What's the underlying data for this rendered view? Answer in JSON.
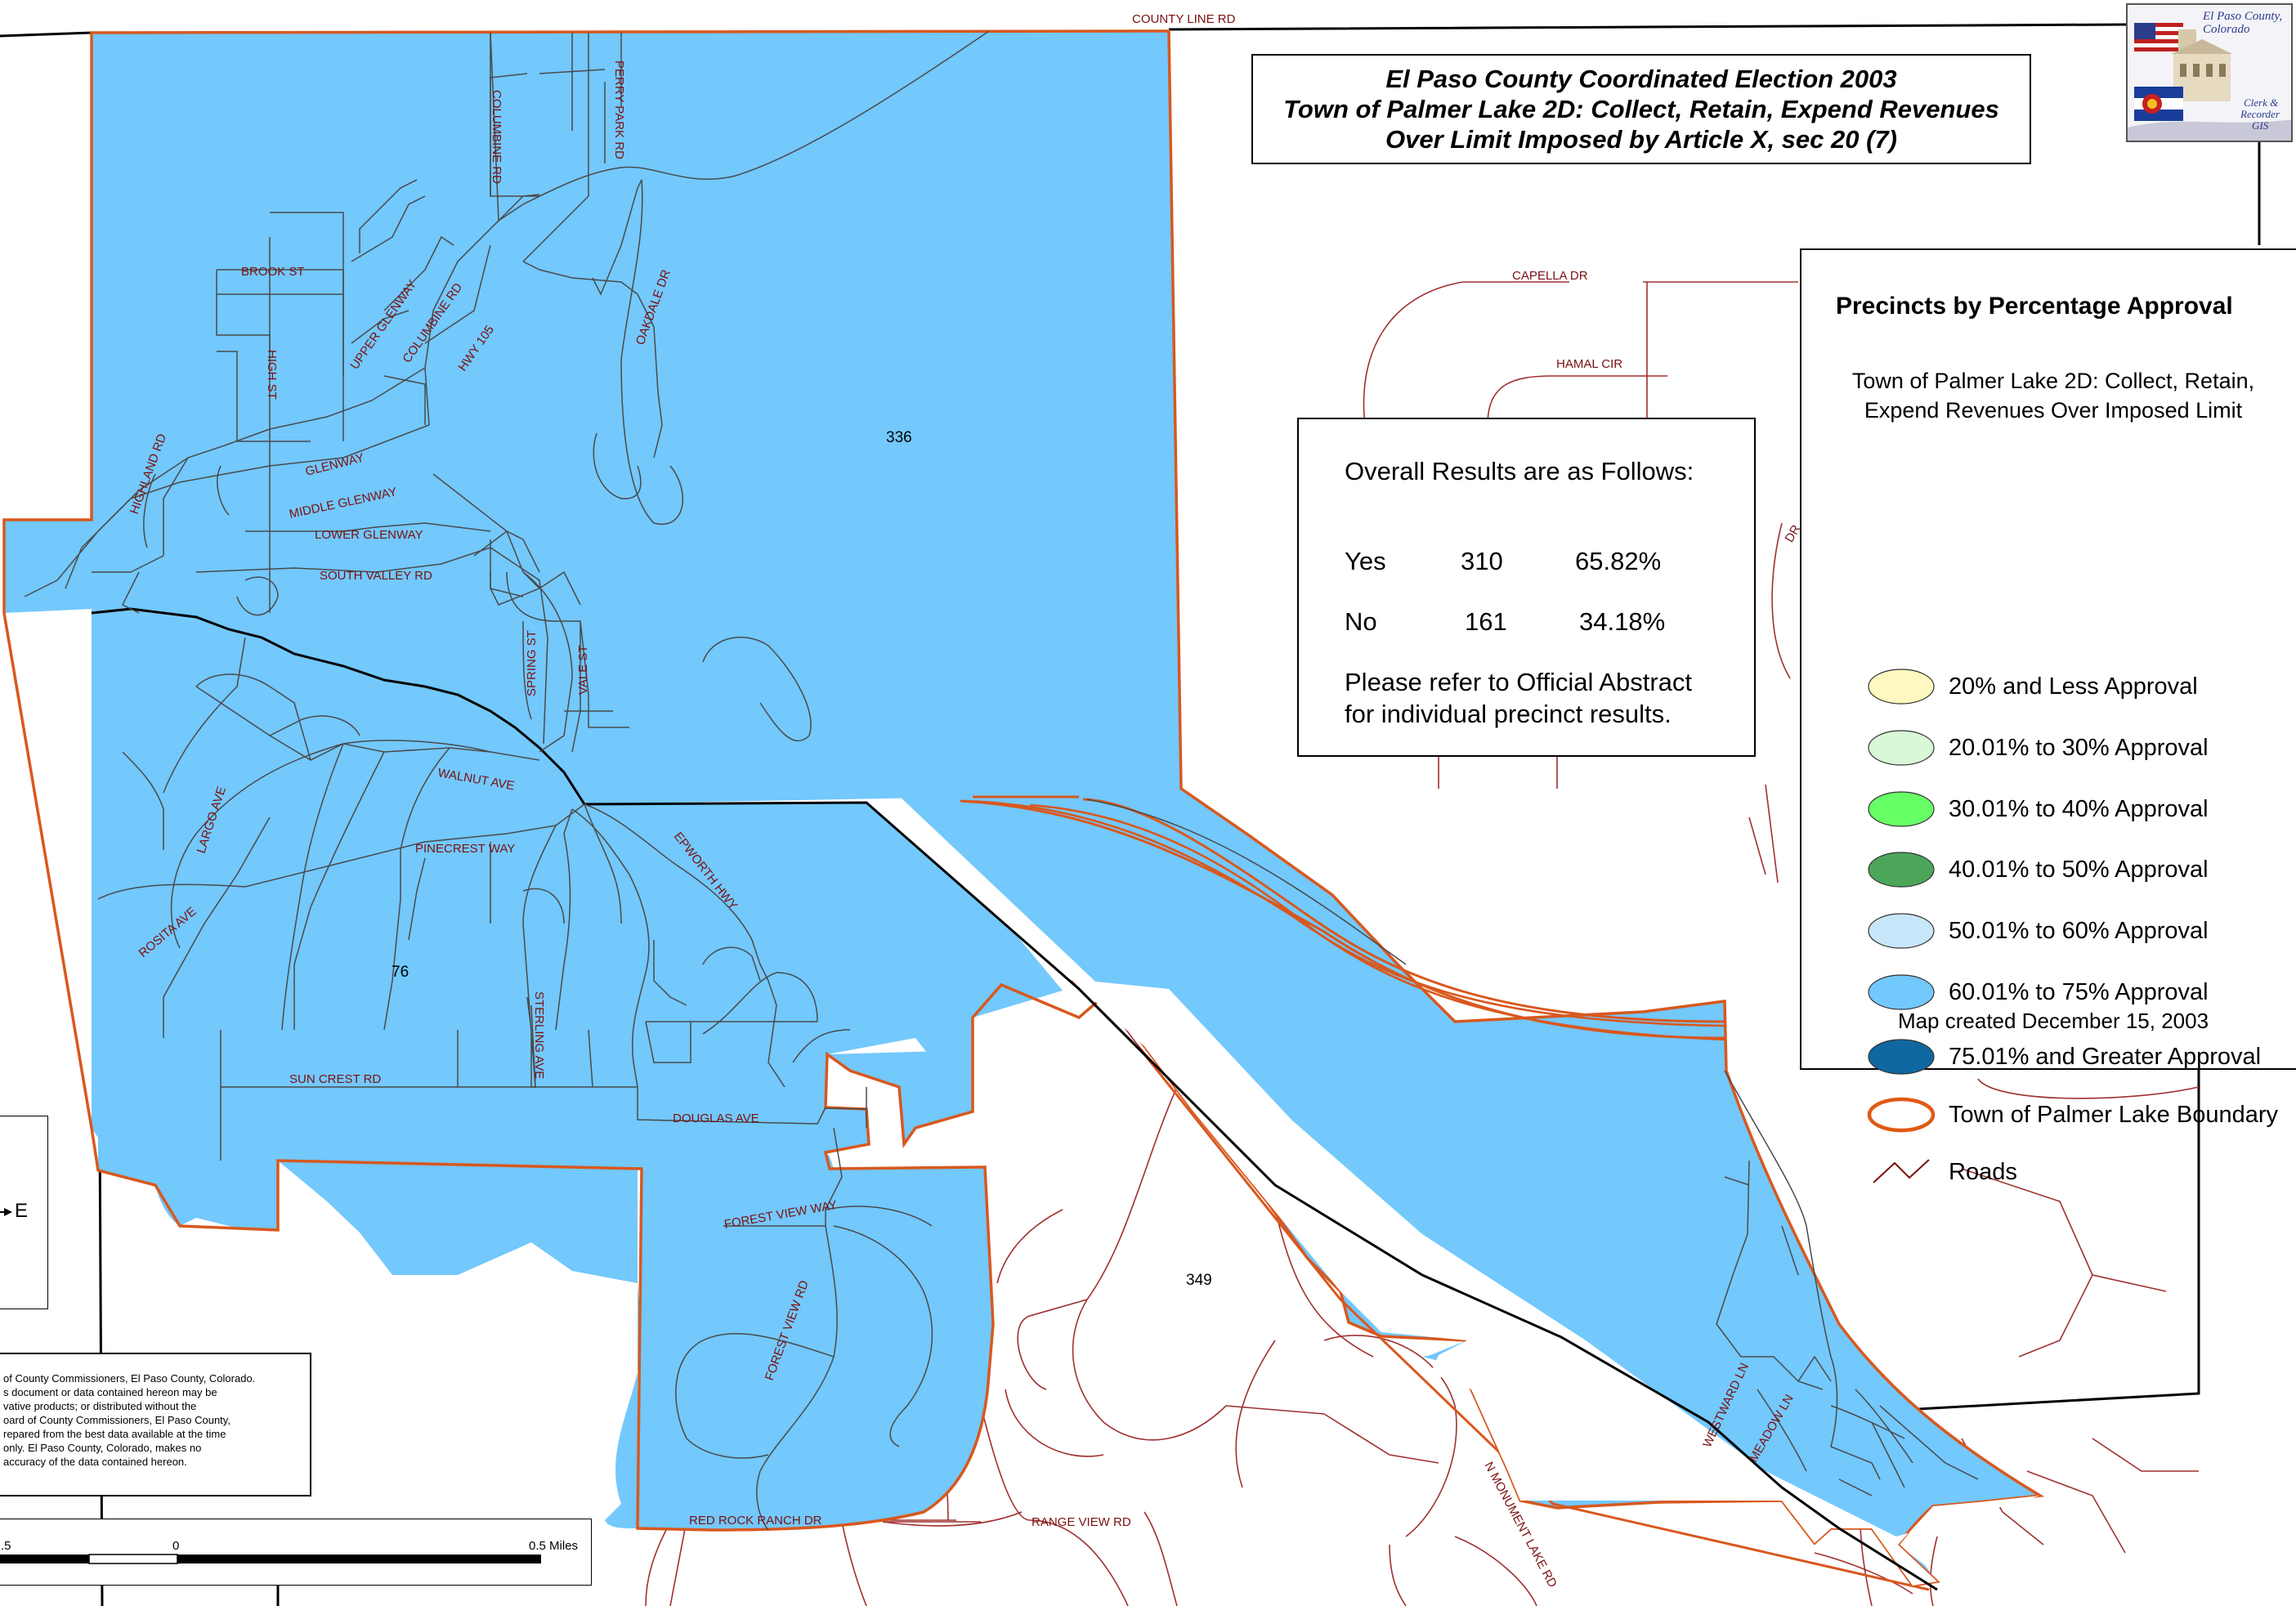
{
  "title": {
    "lines": [
      "El Paso County Coordinated Election 2003",
      "Town of Palmer Lake 2D:  Collect, Retain, Expend Revenues",
      "Over Limit Imposed by Article X, sec 20 (7)"
    ]
  },
  "results": {
    "heading": "Overall Results are as Follows:",
    "rows": [
      {
        "label": "Yes",
        "count": "310",
        "percent": "65.82%"
      },
      {
        "label": "No",
        "count": "161",
        "percent": "34.18%"
      }
    ],
    "note_lines": [
      "Please refer to Official Abstract",
      "for individual precinct results."
    ]
  },
  "legend": {
    "title": "Precincts by Percentage Approval",
    "subtitle_lines": [
      "Town of Palmer Lake 2D:  Collect, Retain,",
      "Expend Revenues Over Imposed Limit"
    ],
    "items": [
      {
        "label": "20% and Less Approval",
        "color": "#fff8c0",
        "kind": "ellipse"
      },
      {
        "label": "20.01% to 30% Approval",
        "color": "#d8f8d8",
        "kind": "ellipse"
      },
      {
        "label": "30.01% to 40% Approval",
        "color": "#66ff66",
        "kind": "ellipse"
      },
      {
        "label": "40.01% to 50% Approval",
        "color": "#4ca65a",
        "kind": "ellipse"
      },
      {
        "label": "50.01% to 60% Approval",
        "color": "#c8e6fa",
        "kind": "ellipse"
      },
      {
        "label": "60.01% to 75% Approval",
        "color": "#73c8fc",
        "kind": "ellipse"
      },
      {
        "label": "75.01% and Greater Approval",
        "color": "#1068a0",
        "kind": "ellipse"
      },
      {
        "label": "Town of Palmer Lake Boundary",
        "color": "#e05a14",
        "kind": "ring"
      },
      {
        "label": "Roads",
        "color": "#7a1010",
        "kind": "line"
      }
    ],
    "footer": "Map created December 15, 2003"
  },
  "logo": {
    "line1": "El Paso County,",
    "line2": "Colorado",
    "line3": "Clerk &",
    "line4": "Recorder",
    "line5": "GIS"
  },
  "precincts": [
    {
      "id": "336",
      "fill": "#73c8fc"
    },
    {
      "id": "76",
      "fill": "#73c8fc"
    },
    {
      "id": "349",
      "fill": "#ffffff"
    }
  ],
  "road_labels": [
    "COUNTY LINE RD",
    "CAPELLA DR",
    "HAMAL CIR",
    "DR",
    "PERRY PARK RD",
    "COLUMBINE RD",
    "BROOK ST",
    "UPPER GLENWAY",
    "COLUMBINE RD",
    "HWY 105",
    "OAKDALE DR",
    "HIGH ST",
    "HIGHLAND RD",
    "GLENWAY",
    "MIDDLE GLENWAY",
    "LOWER GLENWAY",
    "SOUTH VALLEY RD",
    "SPRING ST",
    "VALE ST",
    "WALNUT AVE",
    "LARGO AVE",
    "PINECREST WAY",
    "EPWORTH HWY",
    "ROSITA AVE",
    "STERLING AVE",
    "SUN CREST RD",
    "DOUGLAS AVE",
    "FOREST VIEW WAY",
    "FOREST VIEW RD",
    "RED ROCK RANCH DR",
    "RANGE VIEW RD",
    "N MONUMENT LAKE RD",
    "WESTWARD LN",
    "MEADOW LN"
  ],
  "compass": {
    "label": "E"
  },
  "scale": {
    "labels": [
      ".5",
      "0",
      "0.5 Miles"
    ]
  },
  "disclaimer": {
    "lines": [
      "of County Commissioners, El Paso County, Colorado.",
      "s document or data contained hereon may be",
      "vative products; or distributed without the",
      "oard of County Commissioners, El Paso County,",
      "repared from the best data available at the time",
      "only.  El Paso County, Colorado, makes no",
      "accuracy of the data contained hereon."
    ]
  }
}
